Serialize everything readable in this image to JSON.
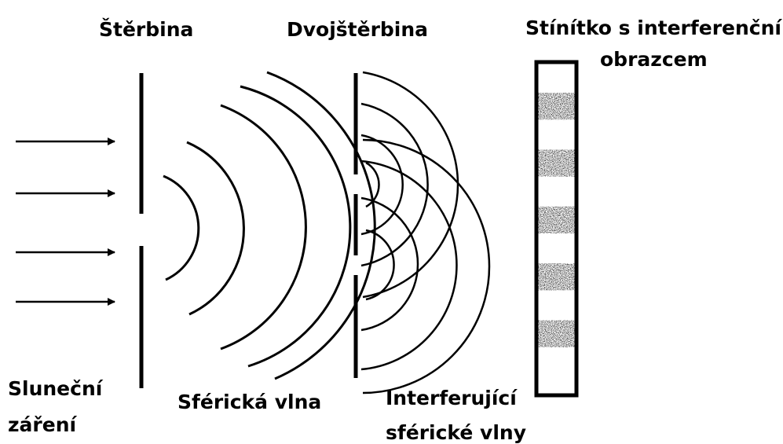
{
  "labels": {
    "slit": "Štěrbina",
    "double_slit": "Dvojštěrbina",
    "screen_line1": "Stínítko s interferenční",
    "screen_line2": "obrazcem",
    "sunlight_line1": "Sluneční",
    "sunlight_line2": "záření",
    "spherical_wave": "Sférická vlna",
    "interfering_line1": "Interferující",
    "interfering_line2": "sférické vlny"
  },
  "colors": {
    "ink": "#000000",
    "background": "#ffffff"
  },
  "incoming_rays": 4,
  "spherical_wavefronts": 5,
  "double_slit_wavefronts_per_slit": 4,
  "interference_bands": [
    "dark",
    "light",
    "dark",
    "light",
    "dark",
    "light",
    "dark",
    "light",
    "dark",
    "light"
  ]
}
